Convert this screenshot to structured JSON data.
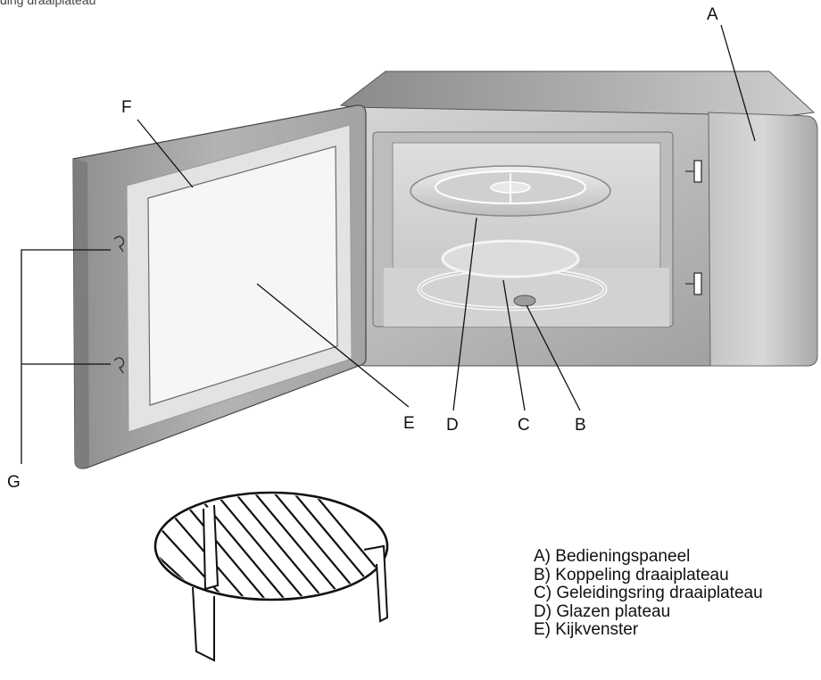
{
  "top_fragment": "ding draaiplateau",
  "callouts": {
    "A": "A",
    "B": "B",
    "C": "C",
    "D": "D",
    "E": "E",
    "F": "F",
    "G": "G"
  },
  "legend": [
    "A) Bedieningspaneel",
    "B) Koppeling draaiplateau",
    "C) Geleidingsring draaiplateau",
    "D) Glazen plateau",
    "E) Kijkvenster"
  ],
  "colors": {
    "body_dark": "#8e8e8e",
    "body_mid": "#b9b9b9",
    "body_light": "#d9d9d9",
    "cavity": "#cfcfcf",
    "door_frame": "#a8a8a8",
    "door_inner": "#e4e4e4",
    "window": "#f4f4f4",
    "outline": "#222222"
  }
}
